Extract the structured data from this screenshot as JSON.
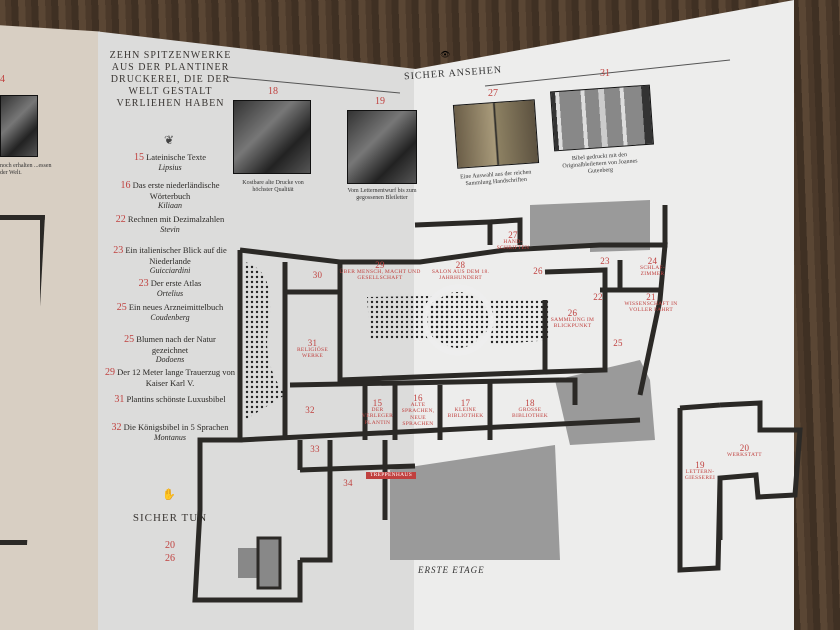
{
  "left_panel": {
    "number": "4",
    "caption": "noch erhalten ...essen der Welt."
  },
  "sidebar": {
    "heading": "ZEHN SPITZENWERKE AUS DER PLANTINER DRUCKEREI, DIE DER WELT GESTALT VERLIEHEN HABEN",
    "items": [
      {
        "n": "15",
        "title": "Lateinische Texte",
        "author": "Lipsius"
      },
      {
        "n": "16",
        "title": "Das erste niederländische Wörterbuch",
        "author": "Kiliaan"
      },
      {
        "n": "22",
        "title": "Rechnen mit Dezimalzahlen",
        "author": "Stevin"
      },
      {
        "n": "23",
        "title": "Ein italienischer Blick auf die Niederlande",
        "author": "Guicciardini"
      },
      {
        "n": "23",
        "title": "Der erste Atlas",
        "author": "Ortelius"
      },
      {
        "n": "25",
        "title": "Ein neues Arzneimittelbuch",
        "author": "Coudenberg"
      },
      {
        "n": "25",
        "title": "Blumen nach der Natur gezeichnet",
        "author": "Dodoens"
      },
      {
        "n": "29",
        "title": "Der 12 Meter lange Trauerzug von Kaiser Karl V.",
        "author": ""
      },
      {
        "n": "31",
        "title": "Plantins schönste Luxusbibel",
        "author": ""
      },
      {
        "n": "32",
        "title": "Die Königsbibel in 5 Sprachen",
        "author": "Montanus"
      }
    ],
    "sicher_tun": {
      "label": "SICHER TUN",
      "numbers": [
        "20",
        "26"
      ]
    }
  },
  "sicher_ansehen": {
    "label": "SICHER ANSEHEN",
    "photos": [
      {
        "n": "18",
        "caption": "Kostbare alte Drucke von höchster Qualität"
      },
      {
        "n": "19",
        "caption": "Vom Letternentwurf bis zum gegossenen Bleiletter"
      },
      {
        "n": "27",
        "caption": "Eine Auswahl aus der reichen Sammlung Handschriften"
      },
      {
        "n": "31",
        "caption": "Bibel gedruckt mit den Originalbleilettern von Joannes Gutenberg"
      }
    ]
  },
  "floor_plan": {
    "title": "ERSTE ETAGE",
    "rooms": {
      "r29": {
        "n": "29",
        "name": "ÜBER MENSCH, MACHT UND GESELLSCHAFT"
      },
      "r28": {
        "n": "28",
        "name": "SALON AUS DEM 18. JAHRHUNDERT"
      },
      "r27": {
        "n": "27",
        "name": "HAND-SCHRIFTEN"
      },
      "r26": {
        "n": "26",
        "name": ""
      },
      "r26b": {
        "n": "26",
        "name": "SAMMLUNG IM BLICKPUNKT"
      },
      "r23": {
        "n": "23"
      },
      "r24": {
        "n": "24",
        "name": "SCHLAF-ZIMMER"
      },
      "r22": {
        "n": "22"
      },
      "r21": {
        "n": "21",
        "name": "WISSENSCHAFT IN VOLLER FAHRT"
      },
      "r25": {
        "n": "25"
      },
      "r30": {
        "n": "30"
      },
      "r31": {
        "n": "31",
        "name": "RELIGIÖSE WERKE"
      },
      "r32": {
        "n": "32"
      },
      "r33": {
        "n": "33"
      },
      "r34": {
        "n": "34"
      },
      "r15": {
        "n": "15",
        "name": "DER VERLEGER PLANTIN"
      },
      "r16": {
        "n": "16",
        "name": "ALTE SPRACHEN, NEUE SPRACHEN"
      },
      "r17": {
        "n": "17",
        "name": "KLEINE BIBLIOTHEK"
      },
      "r18": {
        "n": "18",
        "name": "GROSSE BIBLIOTHEK"
      },
      "stair": {
        "name": "TREPPENHAUS"
      },
      "r19": {
        "n": "19",
        "name": "LETTERN-GIESSEREI"
      },
      "r20": {
        "n": "20",
        "name": "WERKSTATT"
      }
    }
  },
  "colors": {
    "accent": "#c0413f",
    "wall": "#2b2926",
    "paper": "#ededec"
  }
}
